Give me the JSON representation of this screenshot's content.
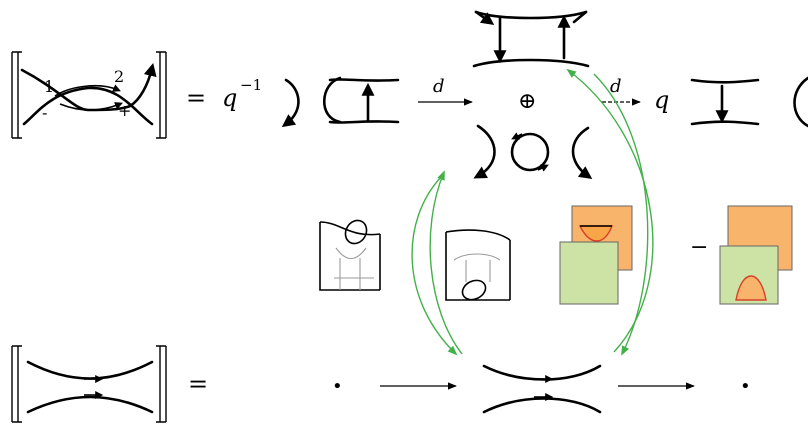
{
  "labels": {
    "crossing_label_1": "1",
    "crossing_label_2": "2",
    "sign_minus": "-",
    "sign_plus": "+",
    "equals": "=",
    "q_inverse_base": "q",
    "q_inverse_exp": "−1",
    "differential_1": "d",
    "differential_2": "d",
    "direct_sum": "⊕",
    "q_factor": "q",
    "minus_sign": "−",
    "equals_bottom": "=",
    "dot_left": "•",
    "dot_right": "•"
  },
  "colors": {
    "strand": "#000000",
    "foam_grey": "#9a9a9a",
    "green_arrow": "#44b04a",
    "facet_orange": "#f8b46a",
    "facet_green": "#cde3a6",
    "seam_red": "#d6402a"
  }
}
